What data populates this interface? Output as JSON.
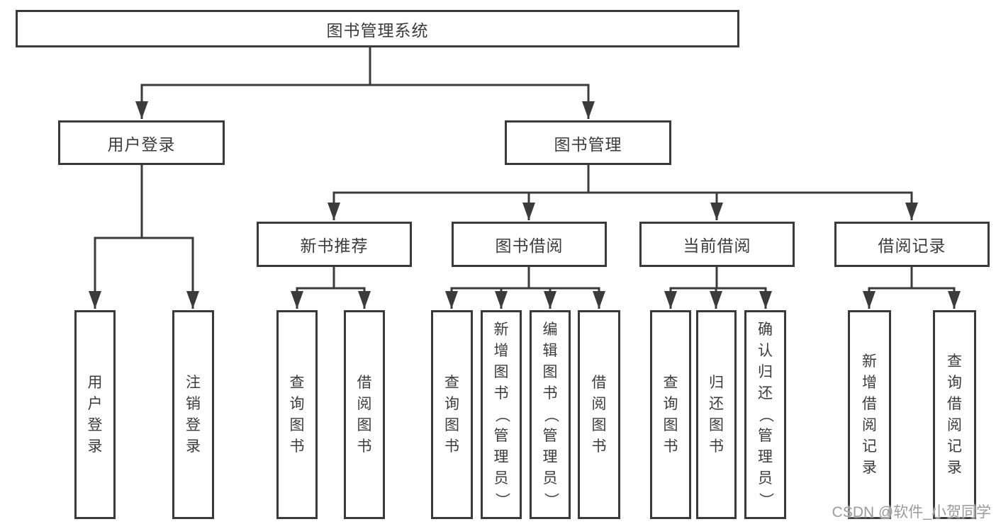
{
  "tree": {
    "label": "图书管理系统",
    "children": [
      {
        "label": "用户登录",
        "children": [
          {
            "label": "用户登录"
          },
          {
            "label": "注销登录"
          }
        ]
      },
      {
        "label": "图书管理",
        "children": [
          {
            "label": "新书推荐",
            "children": [
              {
                "label": "查询图书"
              },
              {
                "label": "借阅图书"
              }
            ]
          },
          {
            "label": "图书借阅",
            "children": [
              {
                "label": "查询图书"
              },
              {
                "label": "新增图书（管理员）"
              },
              {
                "label": "编辑图书（管理员）"
              },
              {
                "label": "借阅图书"
              }
            ]
          },
          {
            "label": "当前借阅",
            "children": [
              {
                "label": "查询图书"
              },
              {
                "label": "归还图书"
              },
              {
                "label": "确认归还（管理员）"
              }
            ]
          },
          {
            "label": "借阅记录",
            "children": [
              {
                "label": "新增借阅记录"
              },
              {
                "label": "查询借阅记录"
              }
            ]
          }
        ]
      }
    ]
  },
  "watermark": "CSDN @软件_小贺同学",
  "colors": {
    "background": "#ffffff",
    "line": "#3b3b3b",
    "box_border": "#3a3a3a",
    "text": "#3c3c3c",
    "watermark": "#9b9b9b"
  }
}
